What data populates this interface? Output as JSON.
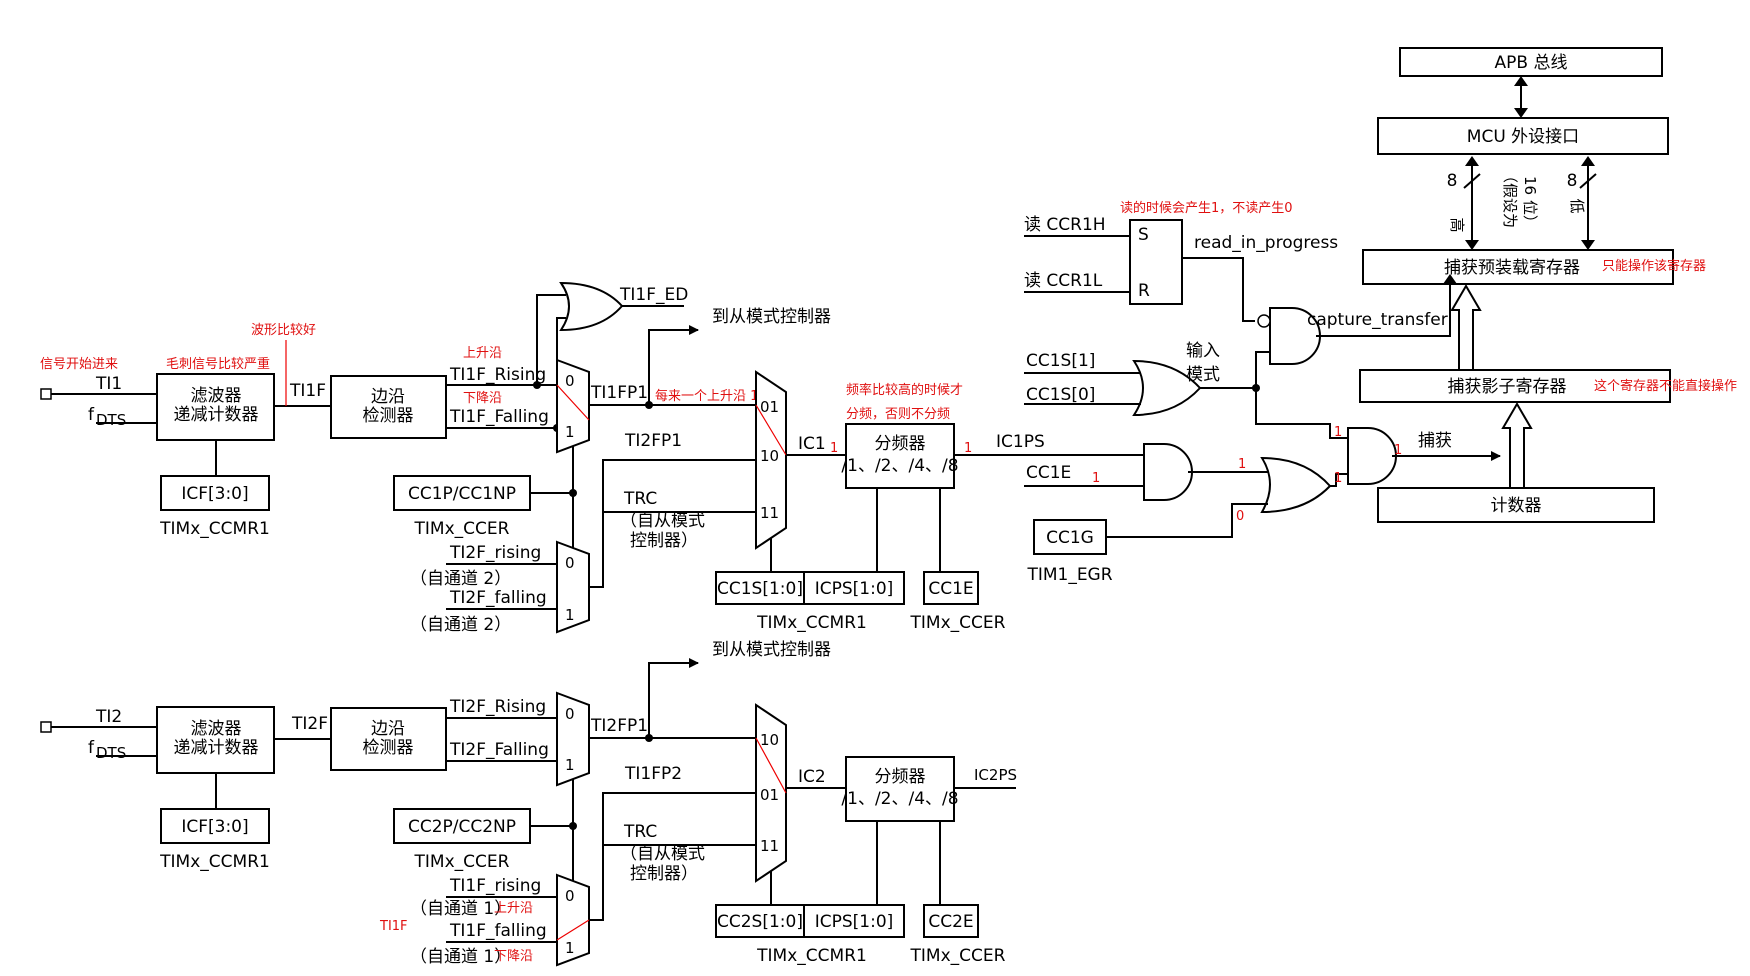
{
  "apb": {
    "bus": "APB 总线",
    "iface": "MCU 外设接口"
  },
  "bits": {
    "high_bits": "8",
    "low_bits": "8",
    "high": "高",
    "assume": "（假设为",
    "bits16": "16 位）",
    "low": "低"
  },
  "regs": {
    "preload": "捕获预装载寄存器",
    "preload_note": "只能操作该寄存器",
    "shadow": "捕获影子寄存器",
    "shadow_note": "这个寄存器不能直接操作",
    "counter": "计数器"
  },
  "sr": {
    "read_h": "读 CCR1H",
    "read_l": "读 CCR1L",
    "s": "S",
    "r": "R",
    "q": "read_in_progress",
    "note": "读的时候会产生1，不读产生0"
  },
  "ctrl": {
    "capture_transfer": "capture_transfer",
    "cc1s1": "CC1S[1]",
    "cc1s0": "CC1S[0]",
    "input_mode_1": "输入",
    "input_mode_2": "模式",
    "capture": "捕获",
    "cc1e": "CC1E",
    "cc1g": "CC1G",
    "tim1_egr": "TIM1_EGR",
    "ic1ps": "IC1PS",
    "ic2ps": "IC2PS"
  },
  "ch1": {
    "ti": "TI1",
    "fdts": "f",
    "dts_sub": "DTS",
    "filter1": "滤波器",
    "filter2": "递减计数器",
    "tif": "TI1F",
    "edge1": "边沿",
    "edge2": "检测器",
    "rising": "TI1F_Rising",
    "falling": "TI1F_Falling",
    "ed": "TI1F_ED",
    "to_slave": "到从模式控制器",
    "fp1": "TI1FP1",
    "fp2": "TI2FP1",
    "ic": "IC1",
    "trc": "TRC",
    "trc1": "（自从模式",
    "trc2": "控制器）",
    "psc1": "分频器",
    "psc2": "/1、/2、/4、/8",
    "icf": "ICF[3:0]",
    "ccmr": "TIMx_CCMR1",
    "ccp": "CC1P/CC1NP",
    "ccer": "TIMx_CCER",
    "other_rising": "TI2F_rising",
    "other_falling": "TI2F_falling",
    "from_ch": "（自通道 2）",
    "ccs": "CC1S[1:0]",
    "icps": "ICPS[1:0]",
    "cce": "CC1E",
    "mux_0": "0",
    "mux_1": "1",
    "in01": "01",
    "in10": "10",
    "in11": "11"
  },
  "ch2": {
    "ti": "TI2",
    "fdts": "f",
    "dts_sub": "DTS",
    "filter1": "滤波器",
    "filter2": "递减计数器",
    "tif": "TI2F",
    "edge1": "边沿",
    "edge2": "检测器",
    "rising": "TI2F_Rising",
    "falling": "TI2F_Falling",
    "to_slave": "到从模式控制器",
    "fp1": "TI2FP1",
    "fp2": "TI1FP2",
    "ic": "IC2",
    "trc": "TRC",
    "trc1": "（自从模式",
    "trc2": "控制器）",
    "psc1": "分频器",
    "psc2": "/1、/2、/4、/8",
    "icf": "ICF[3:0]",
    "ccmr": "TIMx_CCMR1",
    "ccp": "CC2P/CC2NP",
    "ccer": "TIMx_CCER",
    "other_rising": "TI1F_rising",
    "other_falling": "TI1F_falling",
    "from_ch": "（自通道 1）",
    "ccs": "CC2S[1:0]",
    "icps": "ICPS[1:0]",
    "cce": "CC2E",
    "mux_0": "0",
    "mux_1": "1",
    "in01": "01",
    "in10": "10",
    "in11": "11"
  },
  "notes": {
    "signal_in": "信号开始进来",
    "glitch": "毛刺信号比较严重",
    "waveform": "波形比较好",
    "rising": "上升沿",
    "falling": "下降沿",
    "per_edge": "每来一个上升沿 1",
    "hf1": "频率比较高的时候才",
    "hf2": "分频，否则不分频",
    "ch2_rising": "上升沿",
    "ch2_falling": "下降沿",
    "ch2_ti1f": "TI1F"
  },
  "logic": {
    "one": "1",
    "zero": "0"
  }
}
